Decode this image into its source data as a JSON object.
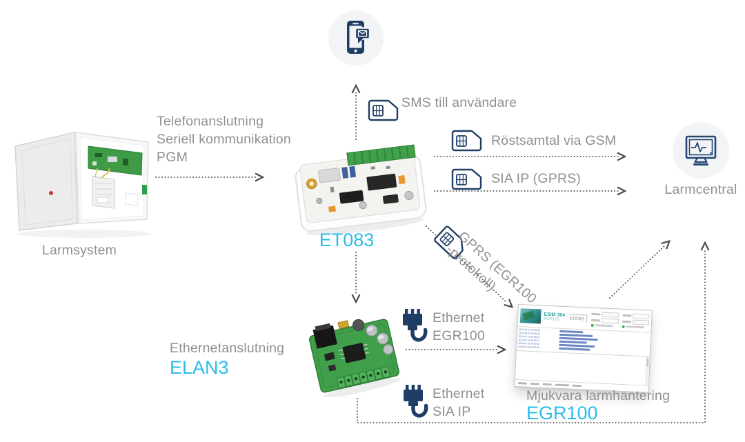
{
  "colors": {
    "accent_cyan": "#2bbde9",
    "icon_navy": "#1f3e65",
    "text_gray": "#909090",
    "dotted_line": "#5c5c5c",
    "circle_bg": "#f3f4f6",
    "pcb_green": "#3f9f4a",
    "software_teal": "#2aa7a0"
  },
  "nodes": {
    "larmsystem": {
      "label": "Larmsystem"
    },
    "et083": {
      "label": "ET083"
    },
    "elan3": {
      "title": "Ethernetanslutning",
      "label": "ELAN3"
    },
    "larmcentral": {
      "label": "Larmcentral"
    },
    "egr100": {
      "title": "Mjukvara larmhantering",
      "label": "EGR100"
    }
  },
  "connections": {
    "panel_to_et083": {
      "line1": "Telefonanslutning",
      "line2": "Seriell kommunikation",
      "line3": "PGM"
    },
    "sms_to_user": {
      "label": "SMS till användare"
    },
    "gsm_voice": {
      "label": "Röstsamtal via GSM"
    },
    "sia_ip_gprs": {
      "label": "SIA IP (GPRS)"
    },
    "gprs_protocol": {
      "line1": "GPRS (EGR100",
      "line2": "-protokoll)"
    },
    "ethernet_egr100": {
      "line1": "Ethernet",
      "line2": "EGR100"
    },
    "ethernet_sia_ip": {
      "line1": "Ethernet",
      "line2": "SIA IP"
    }
  },
  "software_window": {
    "device_name": "ESIM 364",
    "device_code": "EGR100",
    "brand": "eldes",
    "log_rows": [
      "2013-01-14 14:36:42",
      "2013-01-14 14:36:45",
      "2013-01-14 14:36:51",
      "2013-01-14 14:36:57",
      "2013-01-14 14:37:03",
      "2013-01-14 14:37:09"
    ]
  }
}
